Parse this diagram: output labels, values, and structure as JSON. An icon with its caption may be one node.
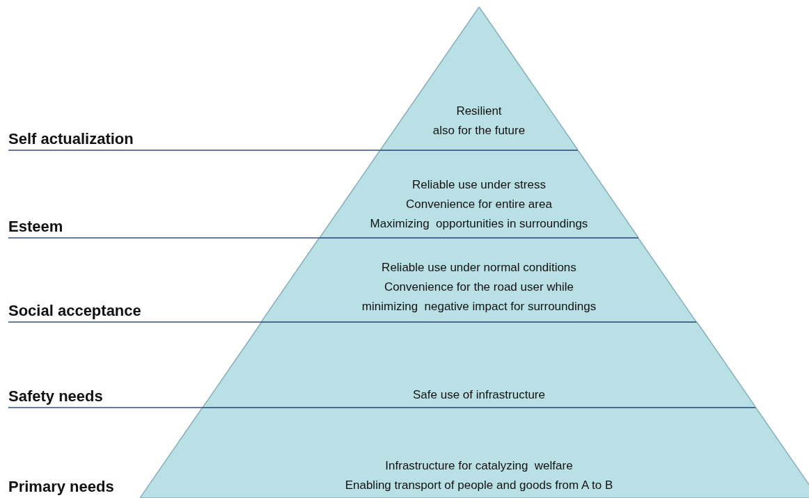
{
  "diagram": {
    "nodes": [
      {
        "text": [
          "Resilient",
          "also for the future"
        ]
      },
      {
        "text": [
          "Reliable use under stress",
          "Convenience for entire area",
          "Maximizing  opportunities in surroundings"
        ]
      },
      {
        "text": [
          "Reliable use under normal conditions",
          "Convenience for the road user while",
          "minimizing  negative impact for surroundings"
        ]
      },
      {
        "text": [
          "Safe use of infrastructure"
        ]
      },
      {
        "text": [
          "Infrastructure for catalyzing  welfare",
          "Enabling transport of people and goods from A to B"
        ]
      }
    ],
    "labels": [
      "Self actualization",
      "Esteem",
      "Social acceptance",
      "Safety needs",
      "Primary needs"
    ]
  }
}
